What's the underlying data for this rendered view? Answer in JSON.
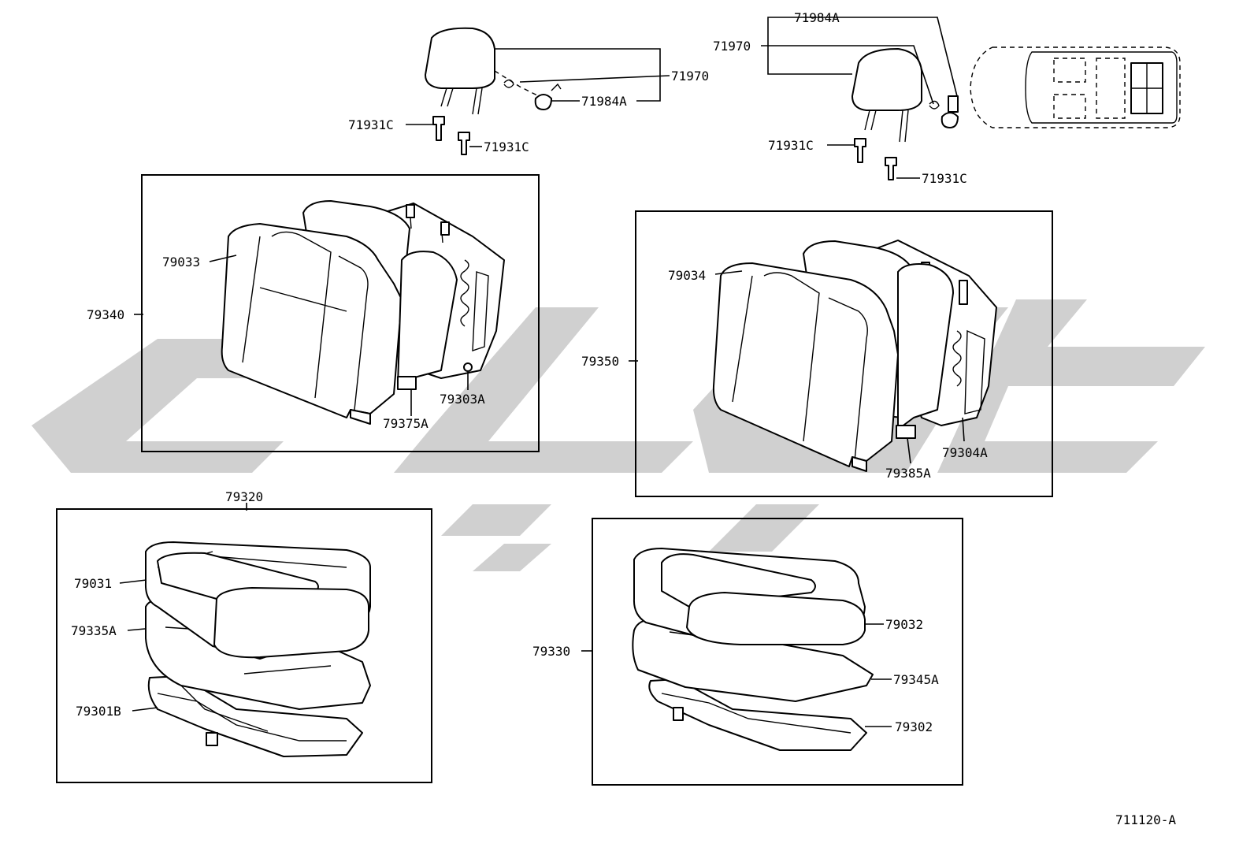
{
  "diagram_id": "711120-A",
  "labels": {
    "hr_left_71970": "71970",
    "hr_left_71984A": "71984A",
    "hr_left_71931C_a": "71931C",
    "hr_left_71931C_b": "71931C",
    "hr_right_71984A": "71984A",
    "hr_right_71970": "71970",
    "hr_right_71931C_a": "71931C",
    "hr_right_71931C_b": "71931C",
    "back_left_79033": "79033",
    "back_left_79340": "79340",
    "back_left_79303A": "79303A",
    "back_left_79375A": "79375A",
    "back_right_79034": "79034",
    "back_right_79350": "79350",
    "back_right_79304A": "79304A",
    "back_right_79385A": "79385A",
    "cush_left_79320": "79320",
    "cush_left_79031": "79031",
    "cush_left_79335A": "79335A",
    "cush_left_79301B": "79301B",
    "cush_right_79330": "79330",
    "cush_right_79032": "79032",
    "cush_right_79345A": "79345A",
    "cush_right_79302": "79302"
  }
}
